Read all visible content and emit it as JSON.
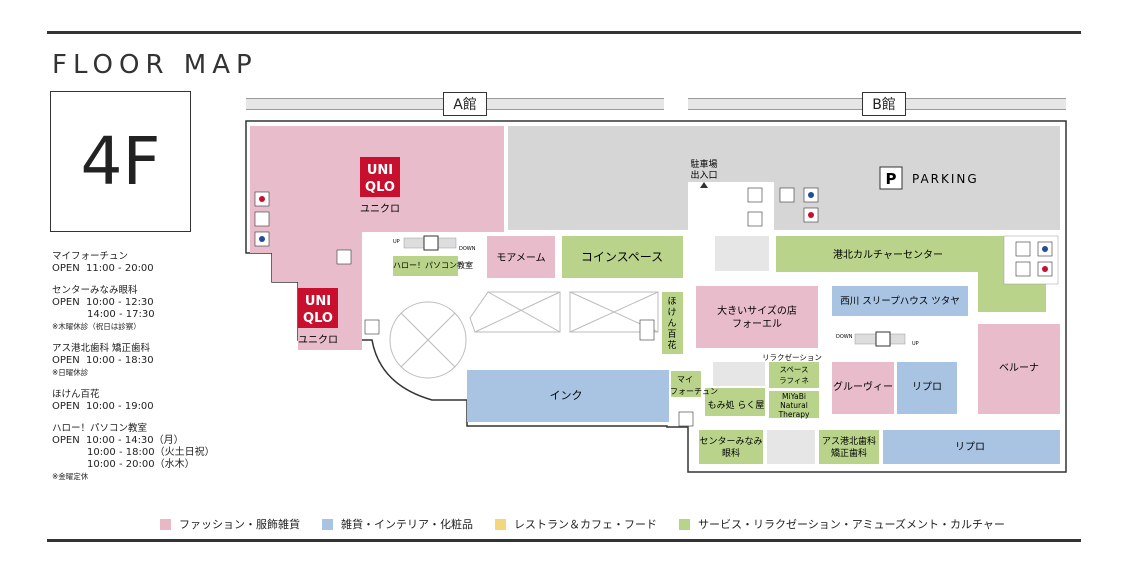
{
  "title": "FLOOR MAP",
  "floor": "4F",
  "buildings": {
    "a": "A館",
    "b": "B館"
  },
  "hours": [
    {
      "name": "マイフォーチュン",
      "lines": [
        "OPEN  11:00 - 20:00"
      ],
      "note": ""
    },
    {
      "name": "センターみなみ眼科",
      "lines": [
        "OPEN  10:00 - 12:30",
        "           14:00 - 17:30"
      ],
      "note": "※木曜休診（祝日は診察）"
    },
    {
      "name": "アス港北歯科 矯正歯科",
      "lines": [
        "OPEN  10:00 - 18:30"
      ],
      "note": "※日曜休診"
    },
    {
      "name": "ほけん百花",
      "lines": [
        "OPEN  10:00 - 19:00"
      ],
      "note": ""
    },
    {
      "name": "ハロー！パソコン教室",
      "lines": [
        "OPEN  10:00 - 14:30（月）",
        "           10:00 - 18:00（火土日祝）",
        "           10:00 - 20:00（水木）"
      ],
      "note": "※金曜定休"
    }
  ],
  "legend": [
    {
      "label": "ファッション・服飾雑貨",
      "color": "#e8b8c4"
    },
    {
      "label": "雑貨・インテリア・化粧品",
      "color": "#a9c4e2"
    },
    {
      "label": "レストラン＆カフェ・フード",
      "color": "#f3d77c"
    },
    {
      "label": "サービス・リラクゼーション・アミューズメント・カルチャー",
      "color": "#b9d48a"
    }
  ],
  "shops": {
    "uniqlo_logo_l1": "UNI",
    "uniqlo_logo_l2": "QLO",
    "uniqlo_kana": "ユニクロ",
    "moamame": "モアメーム",
    "coinspace": "コインスペース",
    "hoken_l1": "ほ",
    "hoken_l2": "け",
    "hoken_l3": "ん",
    "hoken_l4": "百",
    "hoken_l5": "花",
    "hello_pc": "ハロー！パソコン教室",
    "ink": "インク",
    "myfortune_l1": "マイ",
    "myfortune_l2": "フォーチュン",
    "parking_entrance_l1": "駐車場",
    "parking_entrance_l2": "出入口",
    "parking": "PARKING",
    "parking_letter": "P",
    "kohoku_culture": "港北カルチャーセンター",
    "nishikawa": "西川 スリープハウス ツタヤ",
    "ookii_l1": "大きいサイズの店",
    "ookii_l2": "フォーエル",
    "relax_l1": "リラクゼーション",
    "relax_l2": "スペース",
    "relax_l3": "ラフィネ",
    "momidokoro": "もみ処 らく屋",
    "miyabi_l1": "MiYaBi",
    "miyabi_l2": "Natural",
    "miyabi_l3": "Therapy",
    "groovy": "グルーヴィー",
    "ripro": "リプロ",
    "beluna": "ベルーナ",
    "center_eye_l1": "センターみなみ",
    "center_eye_l2": "眼科",
    "asu_l1": "アス港北歯科",
    "asu_l2": "矯正歯科",
    "ripro2": "リプロ",
    "esc_up": "UP",
    "esc_down": "DOWN"
  }
}
